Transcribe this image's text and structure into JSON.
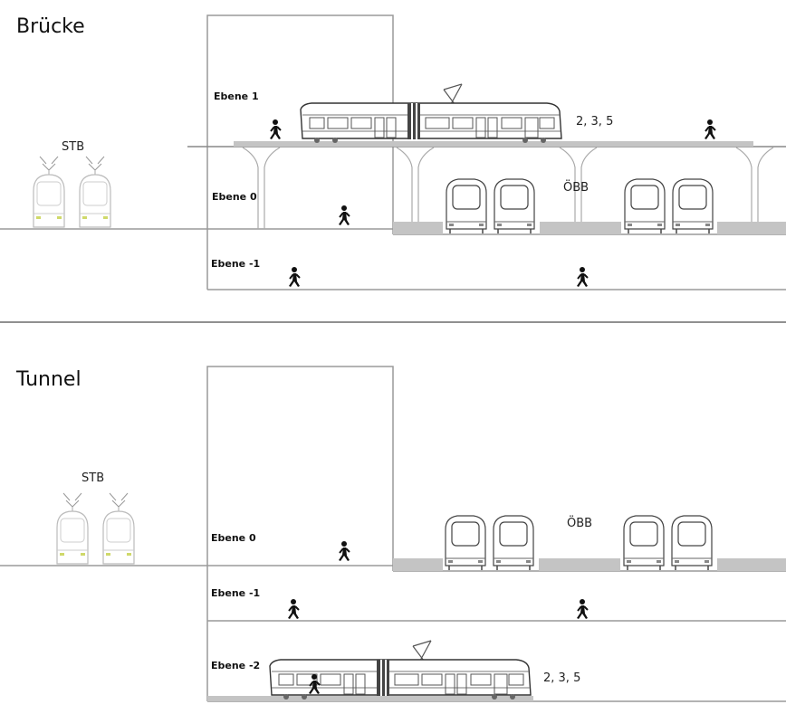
{
  "sections": [
    {
      "title": "Brücke",
      "levels": [
        "Ebene 1",
        "Ebene 0",
        "Ebene -1"
      ],
      "stb_label": "STB",
      "obb_label": "ÖBB",
      "lines_label": "2, 3, 5"
    },
    {
      "title": "Tunnel",
      "levels": [
        "Ebene 0",
        "Ebene -1",
        "Ebene -2"
      ],
      "stb_label": "STB",
      "obb_label": "ÖBB",
      "lines_label": "2, 3, 5"
    }
  ],
  "icons": [
    "tram-icon",
    "train-front-icon",
    "stb-tram-icon",
    "pedestrian-icon"
  ]
}
